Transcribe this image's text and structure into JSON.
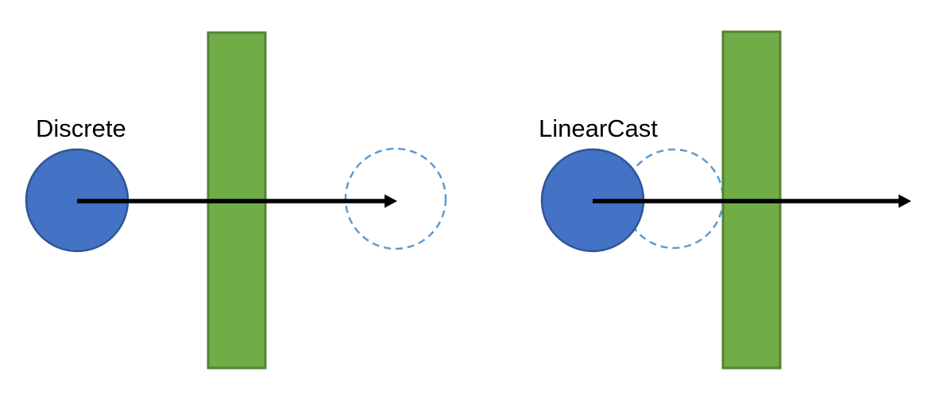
{
  "diagram": {
    "description": "Comparison of discrete collision detection versus linear cast (swept) collision detection",
    "background": "#FFFFFF",
    "colors": {
      "ball_fill": "#4472C4",
      "ball_stroke": "#2F5597",
      "ghost_stroke": "#5B9BD5",
      "wall_fill": "#70AD47",
      "wall_stroke": "#548235",
      "arrow": "#000000",
      "label": "#000000"
    },
    "panels": [
      {
        "id": "discrete",
        "label": "Discrete"
      },
      {
        "id": "linearcast",
        "label": "LinearCast"
      }
    ]
  }
}
